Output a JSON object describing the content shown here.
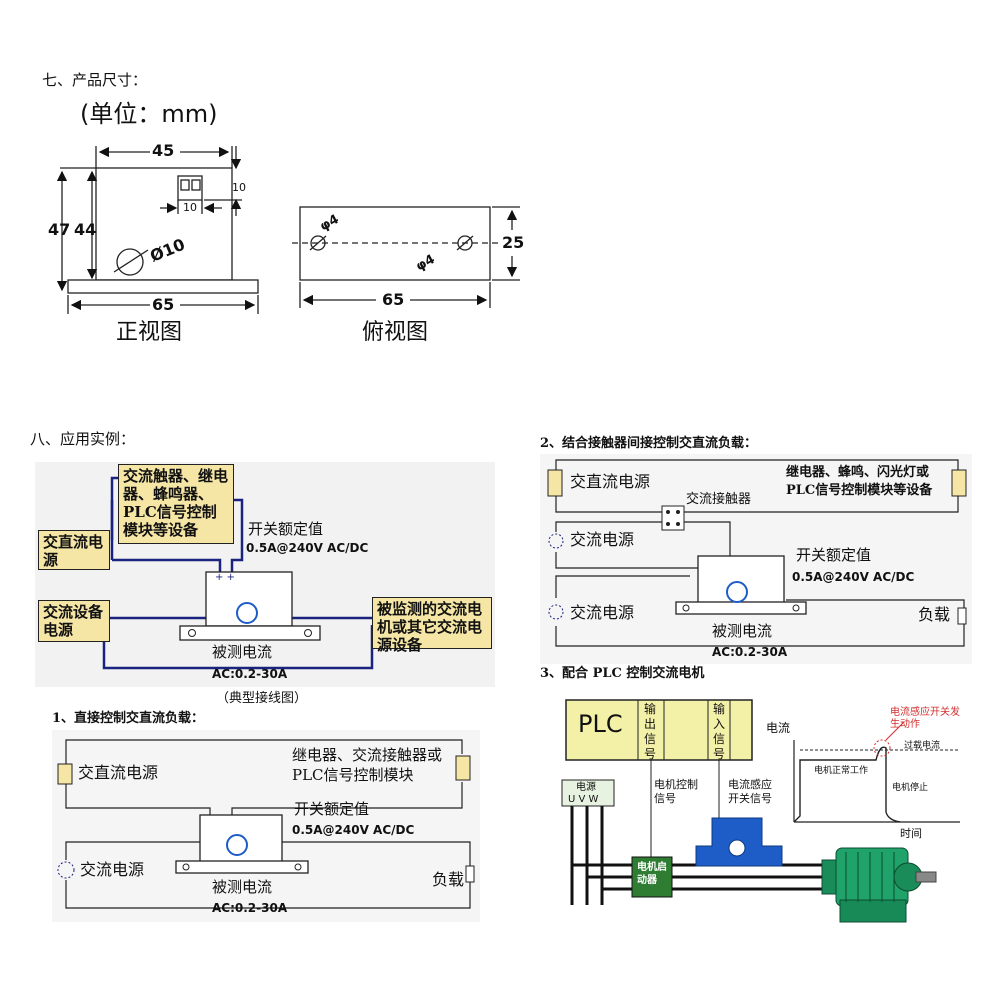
{
  "section7": {
    "title": "七、产品尺寸：",
    "unit": "(单位：mm)",
    "front": {
      "width_top": "45",
      "height_outer": "47",
      "height_inner": "44",
      "terminal_h": "10",
      "terminal_w": "10",
      "hole": "Ø10",
      "base": "65",
      "caption": "正视图"
    },
    "top": {
      "hole1": "φ4",
      "hole2": "φ4",
      "depth": "25",
      "base": "65",
      "caption": "俯视图"
    }
  },
  "section8": {
    "title": "八、应用实例：",
    "typical": {
      "box_load": "交流触器、继电器、蜂鸣器、PLC信号控制模块等设备",
      "box_dc": "交直流电源",
      "box_ac": "交流设备电源",
      "box_monitored": "被监测的交流电机或其它交流电源设备",
      "rating_title": "开关额定值",
      "rating_value": "0.5A@240V AC/DC",
      "measured": "被测电流",
      "range": "AC:0.2-30A",
      "caption": "（典型接线图）"
    },
    "ex1": {
      "title": "1、直接控制交直流负载：",
      "dc_power": "交直流电源",
      "relay": "继电器、交流接触器或PLC信号控制模块",
      "rating_title": "开关额定值",
      "rating_value": "0.5A@240V AC/DC",
      "ac_power": "交流电源",
      "load": "负载",
      "measured": "被测电流",
      "range": "AC:0.2-30A"
    },
    "ex2": {
      "title": "2、结合接触器间接控制交直流负载：",
      "dc_power": "交直流电源",
      "relay": "继电器、蜂鸣、闪光灯或PLC信号控制模块等设备",
      "contactor": "交流接触器",
      "ac_power1": "交流电源",
      "rating_title": "开关额定值",
      "rating_value": "0.5A@240V AC/DC",
      "ac_power2": "交流电源",
      "load": "负载",
      "measured": "被测电流",
      "range": "AC:0.2-30A"
    },
    "ex3": {
      "title": "3、配合 PLC 控制交流电机",
      "plc": "PLC",
      "out_signal": "输出信号",
      "in_signal": "输入信号",
      "power": "电源",
      "uvw": "U V W",
      "motor_ctrl": "电机控制信号",
      "sense": "电流感应开关信号",
      "starter": "电机启动器",
      "chart_ylabel": "电流",
      "chart_xlabel": "时间",
      "note_trigger": "电流感应开关发生动作",
      "note_overload": "过载电流",
      "note_normal": "电机正常工作",
      "note_stop": "电机停止"
    }
  },
  "colors": {
    "box_fill": "#f5e6a6",
    "wire_blue": "#1a237e",
    "plc_fill": "#f3f1a8",
    "sensor_blue": "#1e5cc8",
    "motor_green": "#1a8c5a"
  }
}
